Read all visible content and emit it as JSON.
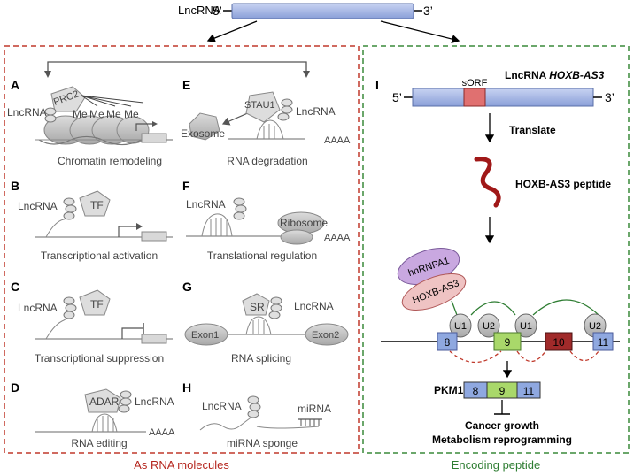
{
  "header": {
    "lncrna_label": "LncRNA",
    "five_prime": "5’",
    "three_prime": "3’"
  },
  "left_panel": {
    "footer": "As RNA molecules",
    "footer_color": "#b5261e",
    "border_color": "#c0392b",
    "cells": {
      "A": {
        "letter": "A",
        "caption": "Chromatin remodeling",
        "lncrna": "LncRNA",
        "prc2": "PRC2",
        "me": [
          "Me",
          "Me",
          "Me",
          "Me"
        ]
      },
      "B": {
        "letter": "B",
        "caption": "Transcriptional activation",
        "lncrna": "LncRNA",
        "tf": "TF"
      },
      "C": {
        "letter": "C",
        "caption": "Transcriptional suppression",
        "lncrna": "LncRNA",
        "tf": "TF"
      },
      "D": {
        "letter": "D",
        "caption": "RNA editing",
        "lncrna": "LncRNA",
        "adar": "ADAR",
        "polya": "AAAA"
      },
      "E": {
        "letter": "E",
        "caption": "RNA degradation",
        "lncrna": "LncRNA",
        "stau1": "STAU1",
        "exosome": "Exosome",
        "polya": "AAAA"
      },
      "F": {
        "letter": "F",
        "caption": "Translational regulation",
        "lncrna": "LncRNA",
        "ribosome": "Ribosome",
        "polya": "AAAA"
      },
      "G": {
        "letter": "G",
        "caption": "RNA splicing",
        "lncrna": "LncRNA",
        "sr": "SR",
        "exon1": "Exon1",
        "exon2": "Exon2"
      },
      "H": {
        "letter": "H",
        "caption": "miRNA sponge",
        "lncrna": "LncRNA",
        "mirna": "miRNA"
      }
    }
  },
  "right_panel": {
    "footer": "Encoding peptide",
    "footer_color": "#2e7d32",
    "border_color": "#3a8a3a",
    "letter": "I",
    "title_prefix": "LncRNA ",
    "title_gene": "HOXB-AS3",
    "five_prime": "5’",
    "three_prime": "3’",
    "sorf": "sORF",
    "translate": "Translate",
    "peptide": "HOXB-AS3 peptide",
    "hnrnpa1": "hnRNPA1",
    "hoxb_as3": "HOXB-AS3",
    "u_labels": [
      "U1",
      "U2",
      "U1",
      "U2"
    ],
    "exons": [
      "8",
      "9",
      "10",
      "11"
    ],
    "pkm1_label": "PKM1",
    "pkm1_exons": [
      "8",
      "9",
      "11"
    ],
    "outcome_1": "Cancer growth",
    "outcome_2": "Metabolism reprogramming"
  },
  "colors": {
    "rna_bar": "#a9b8e8",
    "sorf": "#e07070",
    "peptide": "#a01818",
    "hnrnpa1": "#c9a8e0",
    "hoxb": "#efc3c3",
    "exon8": "#8fa8e0",
    "exon9": "#a9d86a",
    "exon10": "#a02a2a",
    "exon11": "#8fa8e0",
    "gray": "#b8b8b8"
  }
}
